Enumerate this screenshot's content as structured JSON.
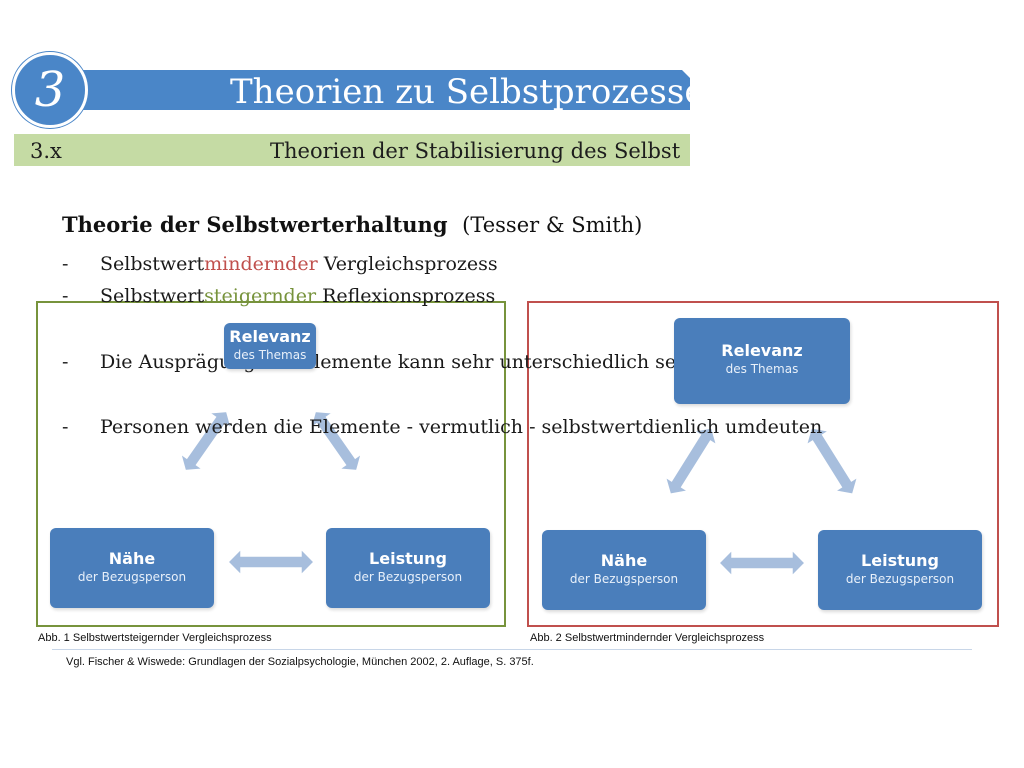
{
  "header": {
    "number": "3",
    "title": "Theorien zu Selbstprozessen",
    "sub_number": "3.x",
    "sub_title": "Theorien der Stabilisierung des Selbst"
  },
  "content": {
    "heading": "Theorie der Selbstwerterhaltung",
    "heading_authors": "(Tesser & Smith)",
    "bullets": [
      {
        "dash": "-",
        "prefix": "Selbstwert",
        "highlight": "mindernder",
        "suffix": " Vergleichsprozess",
        "highlight_color": "red"
      },
      {
        "dash": "-",
        "prefix": "Selbstwert",
        "highlight": "steigernder",
        "suffix": " Reflexionsprozess",
        "highlight_color": "green"
      },
      {
        "dash": "-",
        "text": "Die Ausprägung der Elemente kann sehr unterschiedlich sein"
      },
      {
        "dash": "-",
        "text": "Personen werden die Elemente - vermutlich - selbstwertdienlich umdeuten"
      }
    ]
  },
  "diagram_left": {
    "relevanz": {
      "title": "Relevanz",
      "subtitle": "des Themas"
    },
    "naehe": {
      "title": "Nähe",
      "subtitle": "der Bezugsperson"
    },
    "leistung": {
      "title": "Leistung",
      "subtitle": "der Bezugsperson"
    },
    "caption": "Abb. 1 Selbstwertsteigernder Vergleichsprozess",
    "frame_color": "#77933c"
  },
  "diagram_right": {
    "relevanz": {
      "title": "Relevanz",
      "subtitle": "des Themas"
    },
    "naehe": {
      "title": "Nähe",
      "subtitle": "der Bezugsperson"
    },
    "leistung": {
      "title": "Leistung",
      "subtitle": "der Bezugsperson"
    },
    "caption": "Abb. 2 Selbstwertmindernder Vergleichsprozess",
    "frame_color": "#c0504d"
  },
  "citation": {
    "authors": "Vgl. Fischer & Wiswede",
    "rest": ": Grundlagen der Sozialpsychologie, München 2002, 2. Auflage, S. 375f."
  },
  "colors": {
    "primary_blue": "#4a86c8",
    "node_blue": "#4a7ebb",
    "arrow_blue": "#a7bedd",
    "sub_bar_green": "#c5dba4",
    "red": "#c0504d",
    "green": "#77933c"
  }
}
